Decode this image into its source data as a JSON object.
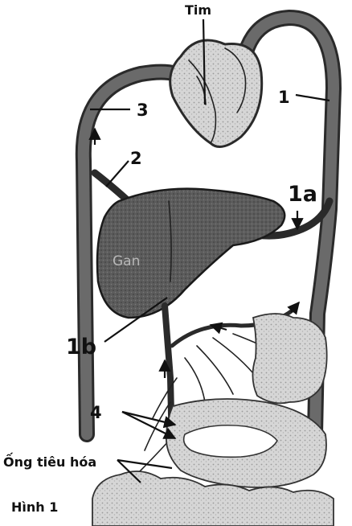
{
  "labels": {
    "heart": "Tim",
    "vessel_1": "1",
    "vessel_1a": "1a",
    "vessel_1b": "1b",
    "vessel_2": "2",
    "vessel_3": "3",
    "vessel_4": "4",
    "liver": "Gan",
    "digestive_tract": "Ống tiêu hóa",
    "figure_caption": "Hình 1"
  }
}
